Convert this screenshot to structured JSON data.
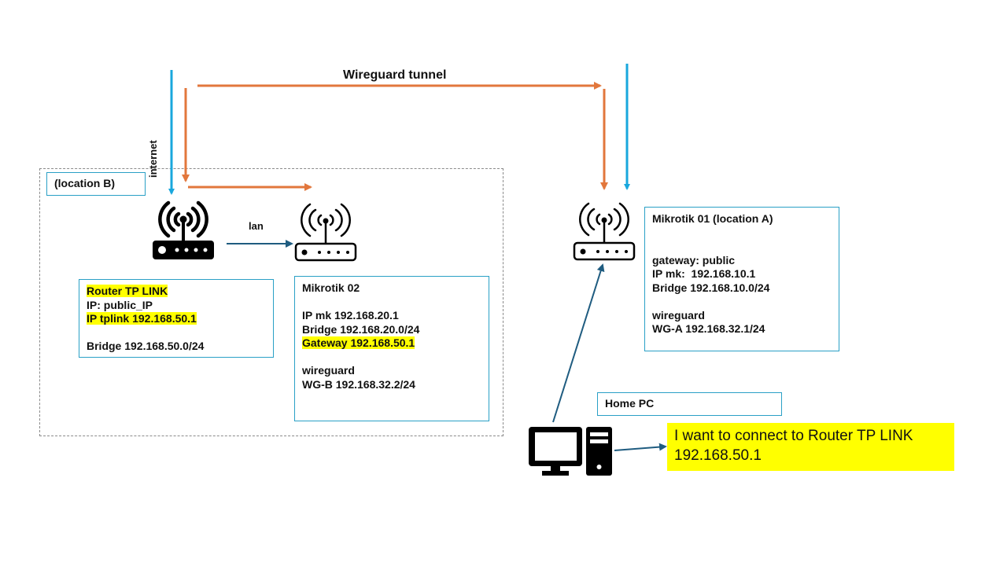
{
  "diagram": {
    "title": "Wireguard tunnel",
    "colors": {
      "internet": "#19a7dd",
      "tunnel": "#e2773c",
      "link": "#1f5c80",
      "box_border": "#2aa0c6",
      "highlight": "#ffff00"
    },
    "edge_labels": {
      "internet": "internet",
      "lan": "lan"
    },
    "location_b": {
      "label": "(location B)"
    },
    "router_tplink": {
      "icon": "wifi-router-icon",
      "lines": [
        {
          "text": "Router TP LINK",
          "highlight": true
        },
        {
          "text": "IP: public_IP",
          "highlight": false
        },
        {
          "text": "IP tplink 192.168.50.1",
          "highlight": true
        },
        {
          "text": "",
          "highlight": false
        },
        {
          "text": "Bridge 192.168.50.0/24",
          "highlight": false
        }
      ]
    },
    "mikrotik_02": {
      "icon": "wifi-router-icon",
      "lines": [
        {
          "text": "Mikrotik 02",
          "highlight": false
        },
        {
          "text": "",
          "highlight": false
        },
        {
          "text": "IP mk 192.168.20.1",
          "highlight": false
        },
        {
          "text": "Bridge 192.168.20.0/24",
          "highlight": false
        },
        {
          "text": "Gateway 192.168.50.1",
          "highlight": true
        },
        {
          "text": "",
          "highlight": false
        },
        {
          "text": "wireguard",
          "highlight": false
        },
        {
          "text": "WG-B 192.168.32.2/24",
          "highlight": false
        }
      ]
    },
    "mikrotik_01": {
      "icon": "wifi-router-icon",
      "lines": [
        {
          "text": "Mikrotik 01 (location A)",
          "highlight": false
        },
        {
          "text": "",
          "highlight": false
        },
        {
          "text": "",
          "highlight": false
        },
        {
          "text": "gateway: public",
          "highlight": false
        },
        {
          "text": "IP mk:  192.168.10.1",
          "highlight": false
        },
        {
          "text": "Bridge 192.168.10.0/24",
          "highlight": false
        },
        {
          "text": "",
          "highlight": false
        },
        {
          "text": "wireguard",
          "highlight": false
        },
        {
          "text": "WG-A 192.168.32.1/24",
          "highlight": false
        }
      ]
    },
    "home_pc": {
      "icon": "desktop-computer-icon",
      "label": "Home PC"
    },
    "note": {
      "line1": "I want to connect to Router TP LINK",
      "line2": "192.168.50.1"
    }
  }
}
